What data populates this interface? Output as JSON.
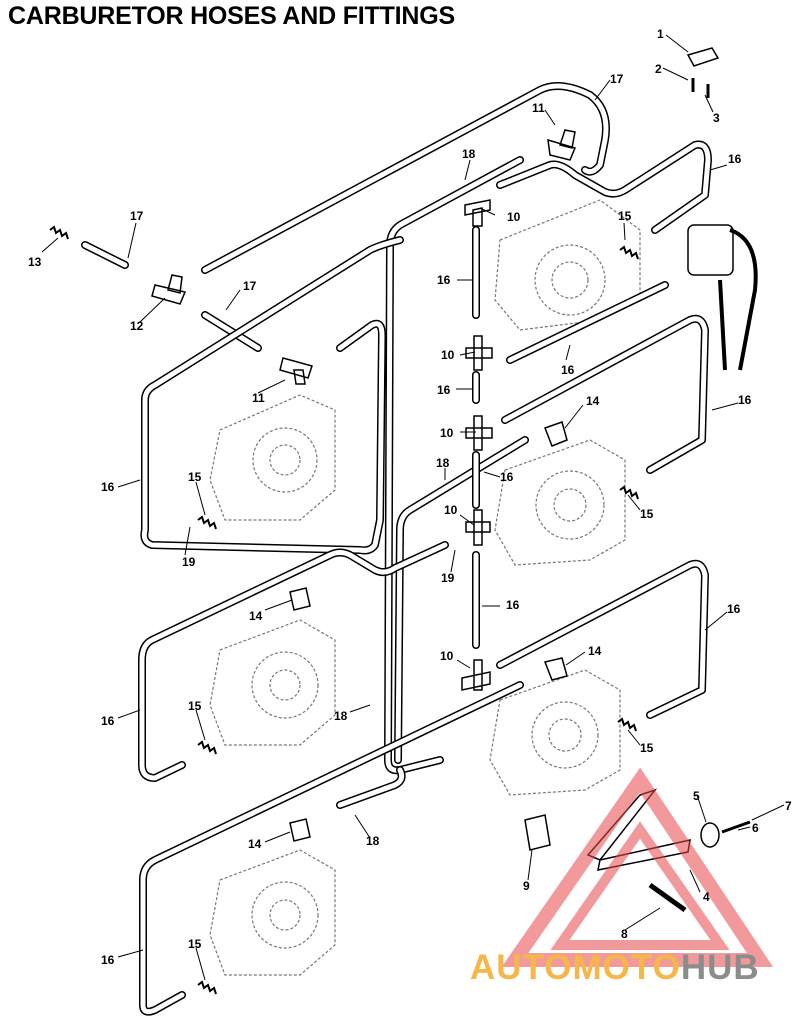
{
  "title": "CARBURETOR HOSES AND FITTINGS",
  "watermark": {
    "left": "AUTOMOTO",
    "right": "HUB",
    "left_color": "#f7b64a",
    "right_color": "#8c8c8c",
    "logo_color": "#e8494a"
  },
  "callouts": [
    {
      "id": "c1",
      "text": "1"
    },
    {
      "id": "c2",
      "text": "2"
    },
    {
      "id": "c3",
      "text": "3"
    },
    {
      "id": "c17a",
      "text": "17"
    },
    {
      "id": "c11a",
      "text": "11"
    },
    {
      "id": "c16a",
      "text": "16"
    },
    {
      "id": "c18a",
      "text": "18"
    },
    {
      "id": "c10a",
      "text": "10"
    },
    {
      "id": "c15a",
      "text": "15"
    },
    {
      "id": "c17b",
      "text": "17"
    },
    {
      "id": "c13",
      "text": "13"
    },
    {
      "id": "c16b",
      "text": "16"
    },
    {
      "id": "c12",
      "text": "12"
    },
    {
      "id": "c17c",
      "text": "17"
    },
    {
      "id": "c10b",
      "text": "10"
    },
    {
      "id": "c16c",
      "text": "16"
    },
    {
      "id": "c11b",
      "text": "11"
    },
    {
      "id": "c16d",
      "text": "16"
    },
    {
      "id": "c14a",
      "text": "14"
    },
    {
      "id": "c10c",
      "text": "10"
    },
    {
      "id": "c16e",
      "text": "16"
    },
    {
      "id": "c18b",
      "text": "18"
    },
    {
      "id": "c16f",
      "text": "16"
    },
    {
      "id": "c16g",
      "text": "16"
    },
    {
      "id": "c15b",
      "text": "15"
    },
    {
      "id": "c10d",
      "text": "10"
    },
    {
      "id": "c15c",
      "text": "15"
    },
    {
      "id": "c19a",
      "text": "19"
    },
    {
      "id": "c19b",
      "text": "19"
    },
    {
      "id": "c14b",
      "text": "14"
    },
    {
      "id": "c16h",
      "text": "16"
    },
    {
      "id": "c16i",
      "text": "16"
    },
    {
      "id": "c10e",
      "text": "10"
    },
    {
      "id": "c14c",
      "text": "14"
    },
    {
      "id": "c16j",
      "text": "16"
    },
    {
      "id": "c15d",
      "text": "15"
    },
    {
      "id": "c18c",
      "text": "18"
    },
    {
      "id": "c15e",
      "text": "15"
    },
    {
      "id": "c5",
      "text": "5"
    },
    {
      "id": "c7",
      "text": "7"
    },
    {
      "id": "c6",
      "text": "6"
    },
    {
      "id": "c14d",
      "text": "14"
    },
    {
      "id": "c18d",
      "text": "18"
    },
    {
      "id": "c4",
      "text": "4"
    },
    {
      "id": "c9",
      "text": "9"
    },
    {
      "id": "c8",
      "text": "8"
    },
    {
      "id": "c16k",
      "text": "16"
    },
    {
      "id": "c15f",
      "text": "15"
    }
  ]
}
